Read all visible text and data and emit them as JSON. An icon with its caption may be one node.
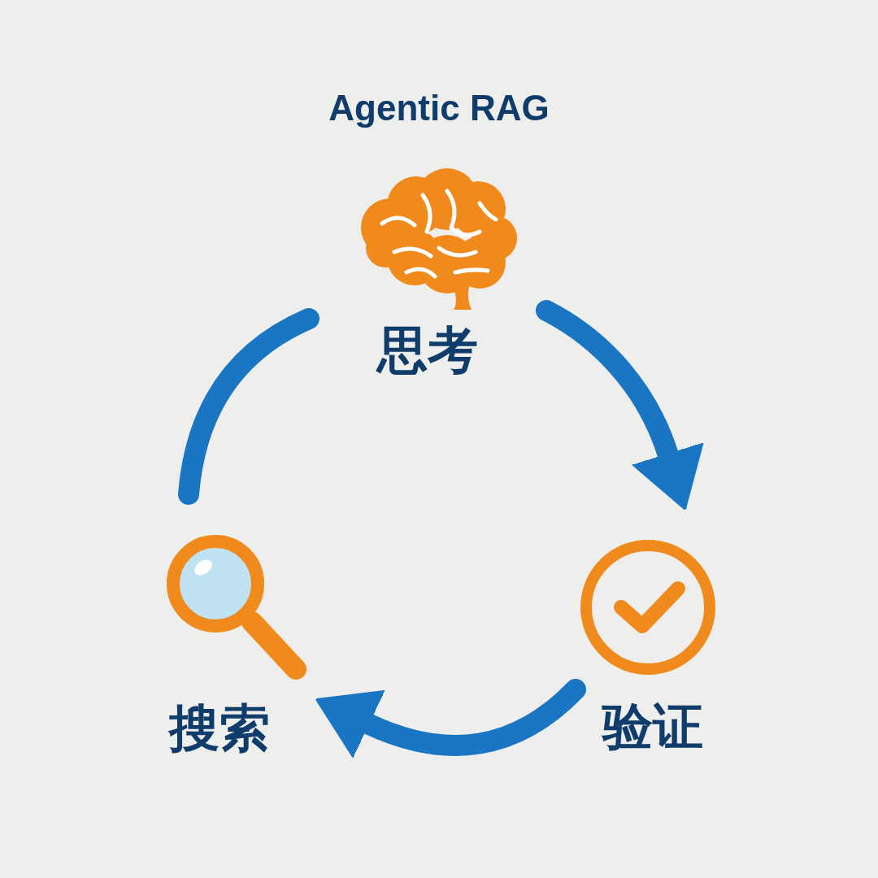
{
  "diagram": {
    "title": "Agentic RAG",
    "nodes": [
      {
        "text": [
          "思考"
        ]
      },
      {
        "text": [
          "验证"
        ]
      },
      {
        "text": [
          "搜索"
        ]
      }
    ],
    "edges": [
      {
        "from": 0,
        "to": 1,
        "arrow": "to"
      },
      {
        "from": 1,
        "to": 2,
        "arrow": "to"
      },
      {
        "from": 2,
        "to": 0,
        "arrow": "none"
      }
    ]
  }
}
